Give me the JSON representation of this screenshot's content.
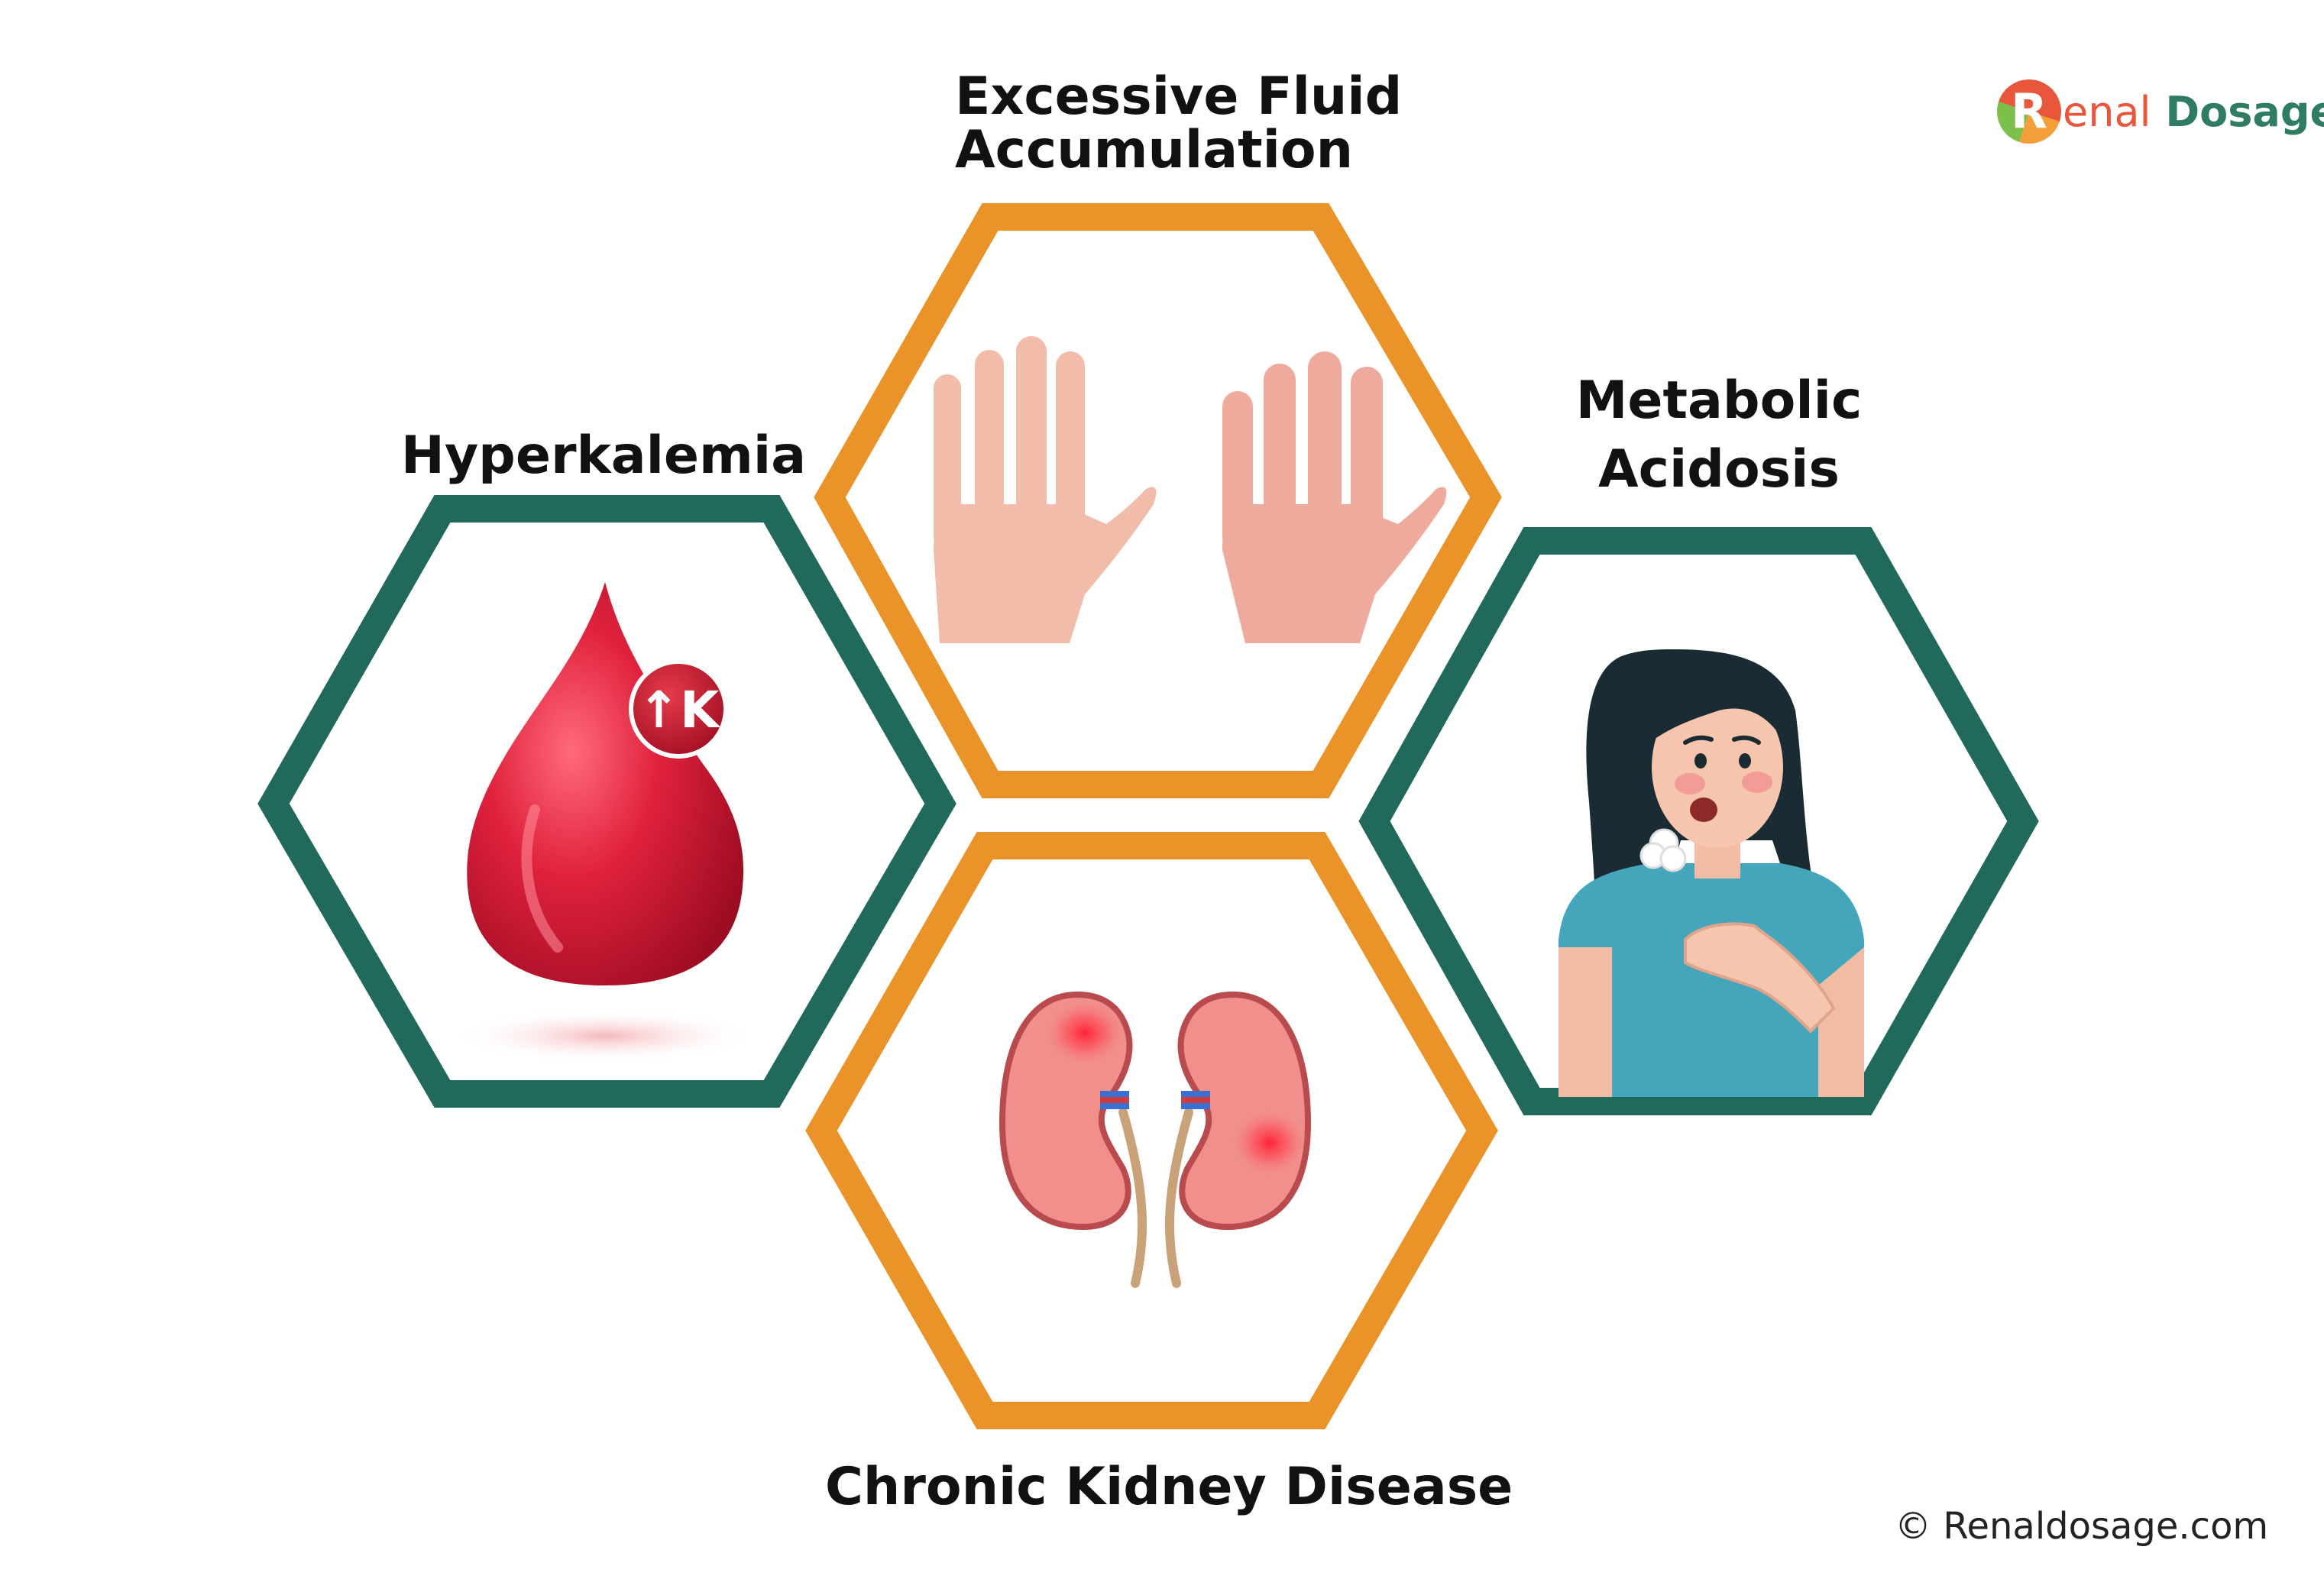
{
  "labels": {
    "fluid_line1": "Excessive Fluid",
    "fluid_line2": "Accumulation",
    "hyperkalemia": "Hyperkalemia",
    "acidosis_line1": "Metabolic",
    "acidosis_line2": "Acidosis",
    "ckd": "Chronic Kidney Disease"
  },
  "badge": {
    "text": "↑K"
  },
  "logo": {
    "mark": "R",
    "renal": "enal",
    "dosage": "Dosage"
  },
  "footer": {
    "copyright": "© Renaldosage.com"
  },
  "colors": {
    "teal": "#21695a",
    "orange": "#ea9328",
    "blood": "#c8122e",
    "skin": "#f2b9a5",
    "kidney": "#f08f8c",
    "shirt": "#45a6bb",
    "hair": "#1b2b33"
  },
  "icons": [
    "blood-drop-icon",
    "hands-icon",
    "kidney-icon",
    "woman-breathless-icon"
  ]
}
